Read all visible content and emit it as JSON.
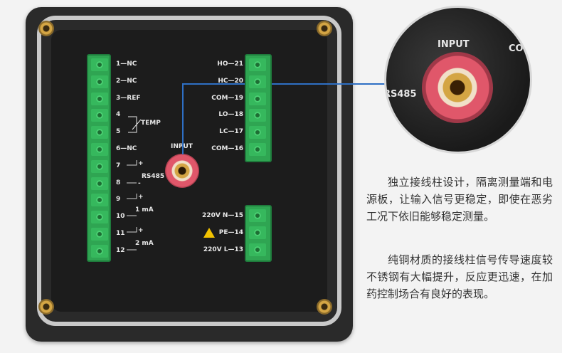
{
  "left_terminals": [
    {
      "num": "1",
      "name": "NC"
    },
    {
      "num": "2",
      "name": "NC"
    },
    {
      "num": "3",
      "name": "REF"
    },
    {
      "num": "4",
      "name": ""
    },
    {
      "num": "5",
      "name": ""
    },
    {
      "num": "6",
      "name": "NC"
    },
    {
      "num": "7",
      "name": ""
    },
    {
      "num": "8",
      "name": ""
    },
    {
      "num": "9",
      "name": ""
    },
    {
      "num": "10",
      "name": ""
    },
    {
      "num": "11",
      "name": ""
    },
    {
      "num": "12",
      "name": ""
    }
  ],
  "temp_label": "TEMP",
  "rs485_label": "RS485",
  "ma1_label": "1 mA",
  "ma2_label": "2 mA",
  "plus_sign": "+",
  "minus_sign": "-",
  "input_label": "INPUT",
  "right_top_terminals": [
    {
      "num": "21",
      "name": "HO"
    },
    {
      "num": "20",
      "name": "HC"
    },
    {
      "num": "19",
      "name": "COM"
    },
    {
      "num": "18",
      "name": "LO"
    },
    {
      "num": "17",
      "name": "LC"
    },
    {
      "num": "16",
      "name": "COM"
    }
  ],
  "right_bottom_terminals": [
    {
      "num": "15",
      "name": "220V N"
    },
    {
      "num": "14",
      "name": "PE"
    },
    {
      "num": "13",
      "name": "220V L"
    }
  ],
  "zoom": {
    "input_label": "INPUT",
    "com_label": "CO",
    "rs485_label": "RS485"
  },
  "description": {
    "para1": "独立接线柱设计，隔离测量端和电源板，让输入信号更稳定，即使在恶劣工况下依旧能够稳定测量。",
    "para2": "纯铜材质的接线柱信号传导速度较不锈钢有大幅提升，反应更迅速，在加药控制场合有良好的表现。"
  },
  "colors": {
    "terminal_green": "#2fa552",
    "leader_blue": "#2e6fc4",
    "connector_red": "#e0576a",
    "brass": "#d4a544"
  }
}
